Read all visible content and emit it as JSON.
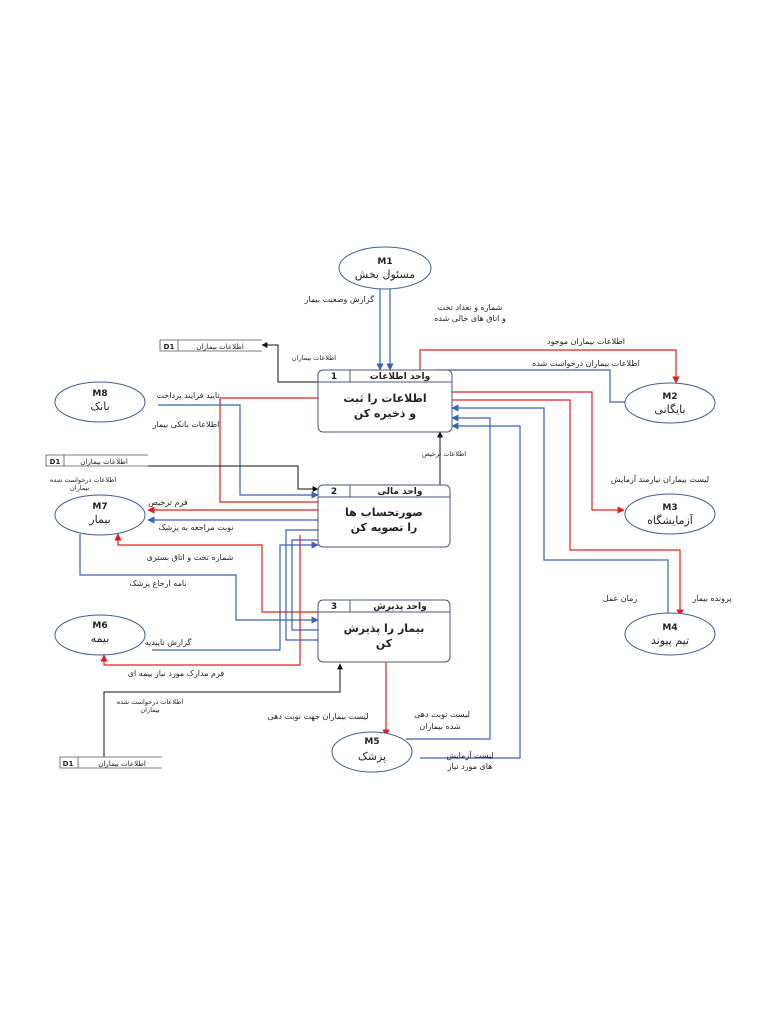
{
  "entities": {
    "m1": {
      "id": "M1",
      "name": "مسئول بخش"
    },
    "m2": {
      "id": "M2",
      "name": "بایگانی"
    },
    "m3": {
      "id": "M3",
      "name": "آزمایشگاه"
    },
    "m4": {
      "id": "M4",
      "name": "تیم پیوند"
    },
    "m5": {
      "id": "M5",
      "name": "پزشک"
    },
    "m6": {
      "id": "M6",
      "name": "بیمه"
    },
    "m7": {
      "id": "M7",
      "name": "بیمار"
    },
    "m8": {
      "id": "M8",
      "name": "بانک"
    }
  },
  "processes": {
    "p1": {
      "number": "1",
      "unit": "واحد اطلاعات",
      "line1": "اطلاعات را ثبت",
      "line2": "و ذخیره کن"
    },
    "p2": {
      "number": "2",
      "unit": "واحد مالی",
      "line1": "صورتحساب ها",
      "line2": "را تصویه کن"
    },
    "p3": {
      "number": "3",
      "unit": "واحد پذیرش",
      "line1": "بیمار را پذیرش",
      "line2": "کن"
    }
  },
  "stores": {
    "s1": {
      "id": "D1",
      "name": "اطلاعات بیماران"
    },
    "s2": {
      "id": "D1",
      "name": "اطلاعات بیماران"
    },
    "s3": {
      "id": "D1",
      "name": "اطلاعات بیماران"
    }
  },
  "flows": {
    "f_report_status": "گزارش وضعیت بیمار",
    "f_beds_1": "شماره و تعداد تخت",
    "f_beds_2": "و اتاق های خالی شده",
    "f_existing": "اطلاعات بیماران موجود",
    "f_requested": "اطلاعات بیماران درخواست شده",
    "f_store_info": "اطلاعات بیماران",
    "f_confirm_pay": "تایید فرایند پرداخت",
    "f_bank_info": "اطلاعات بانکی بیمار",
    "f_req_store_1": "اطلاعات درخواست شده",
    "f_req_store_2": "بیماران",
    "f_discharge_info": "اطلاعات ترخیص",
    "f_discharge_form": "فرم ترخیص",
    "f_visit_turn": "نوبت مراجعه به پزشک",
    "f_bed_room": "شماره تخت و اتاق بستری",
    "f_referral": "نامه ارجاع پزشک",
    "f_confirm_report": "گزارش تاییدیه",
    "f_insurance_docs": "فرم مدارک مورد نیاز بیمه ای",
    "f_lab_list": "لیست بیماران نیازمند آزمایش",
    "f_work_time": "زمان عمل",
    "f_patient_file": "پرونده بیمار",
    "f_turn_list_1": "لیست بیماران جهت نوبت دهی",
    "f_turned_1": "لیست نوبت دهی",
    "f_turned_2": "شده بیماران",
    "f_tests_1": "لیست آزمایش",
    "f_tests_2": "های مورد نیاز",
    "f_req_p3_1": "اطلاعات درخواست شده",
    "f_req_p3_2": "بیماران"
  },
  "colors": {
    "red_flow": "#e02020",
    "blue_flow": "#3a62b5",
    "black_flow": "#111111",
    "entity_border": "#3f5f8f"
  }
}
